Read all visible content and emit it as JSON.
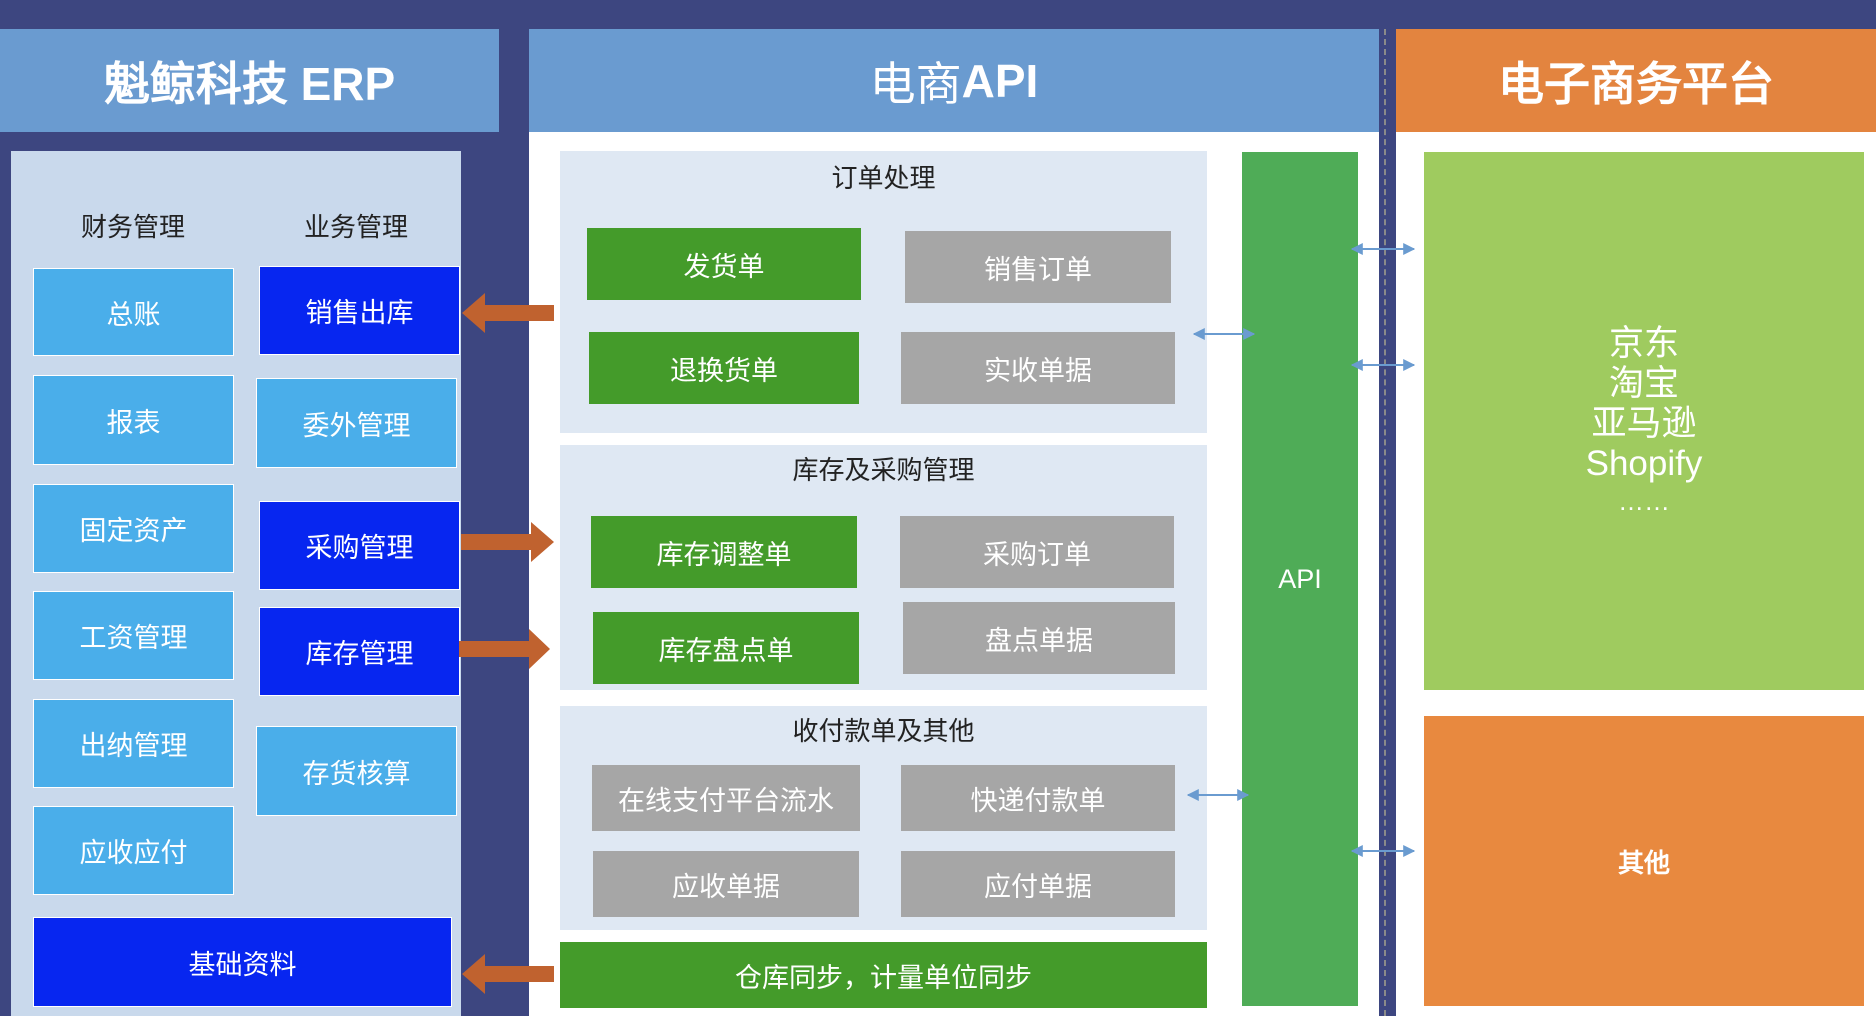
{
  "erp": {
    "title": "魁鲸科技 ERP",
    "finance_title": "财务管理",
    "business_title": "业务管理",
    "finance_items": [
      "总账",
      "报表",
      "固定资产",
      "工资管理",
      "出纳管理",
      "应收应付"
    ],
    "business_items": [
      "销售出库",
      "委外管理",
      "采购管理",
      "库存管理",
      "存货核算"
    ],
    "base_data": "基础资料"
  },
  "api_column": {
    "title_prefix": "电商",
    "title_strong": "API",
    "order_section": {
      "title": "订单处理",
      "items": [
        "发货单",
        "销售订单",
        "退换货单",
        "实收单据"
      ]
    },
    "inventory_section": {
      "title": "库存及采购管理",
      "items": [
        "库存调整单",
        "采购订单",
        "库存盘点单",
        "盘点单据"
      ]
    },
    "payment_section": {
      "title": "收付款单及其他",
      "items": [
        "在线支付平台流水",
        "快递付款单",
        "应收单据",
        "应付单据"
      ]
    },
    "sync_bar": "仓库同步，计量单位同步",
    "api_label": "API"
  },
  "ecommerce": {
    "title": "电子商务平台",
    "platforms": [
      "京东",
      "淘宝",
      "亚马逊",
      "Shopify",
      "……"
    ],
    "other": "其他"
  },
  "colors": {
    "header_blue": "#6a9bd0",
    "header_orange": "#e3843f",
    "box_light_blue": "#4aaeea",
    "box_dark_blue": "#0726f0",
    "box_green": "#449b2a",
    "box_gray": "#a6a6a6",
    "api_green": "#4fac57",
    "platform_green": "#9fcb5f",
    "other_orange": "#e8893f",
    "arrow_brown": "#c0622f",
    "connector_blue": "#6a9bd0"
  }
}
